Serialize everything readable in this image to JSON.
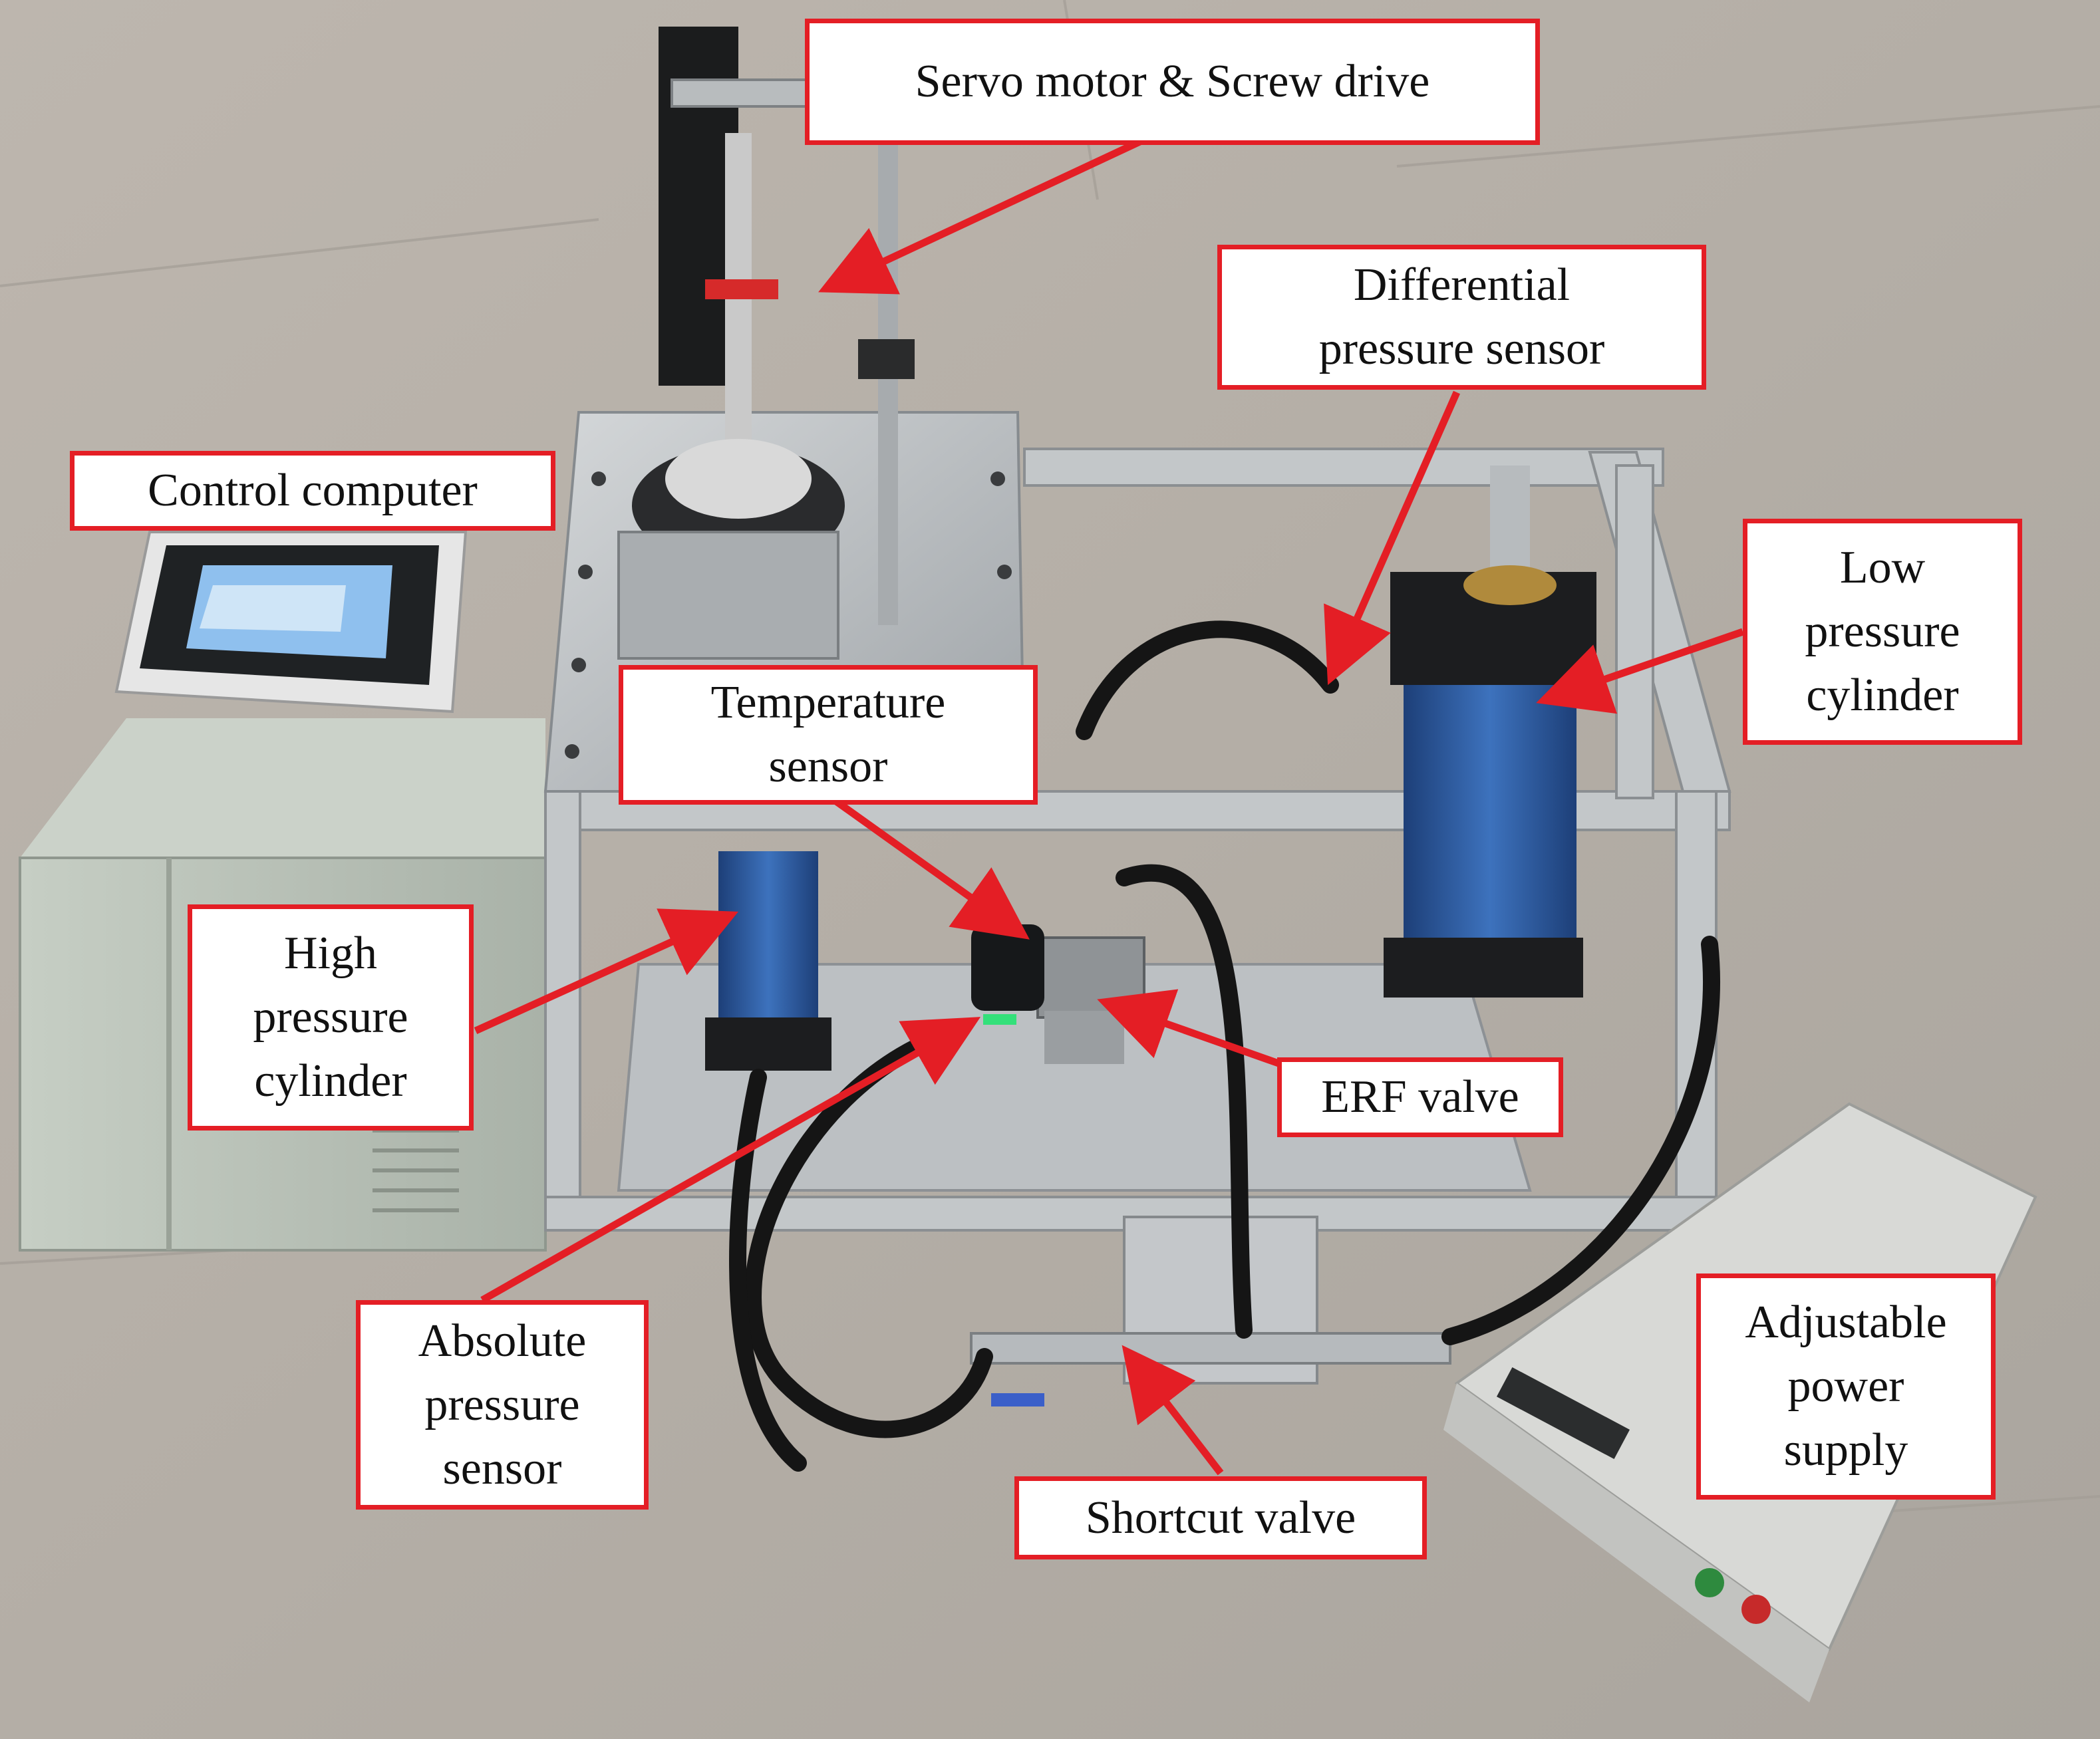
{
  "labels": {
    "servo": "Servo motor & Screw drive",
    "differential": "Differential\npressure sensor",
    "control": "Control computer",
    "low_cylinder": "Low\npressure\ncylinder",
    "temperature": "Temperature\nsensor",
    "high_cylinder": "High\npressure\ncylinder",
    "erf_valve": "ERF valve",
    "absolute": "Absolute\npressure\nsensor",
    "power_supply": "Adjustable\npower\nsupply",
    "shortcut": "Shortcut valve"
  },
  "colors": {
    "callout_red": "#e41e25",
    "floor": "#b8b2aa",
    "frame_aluminum": "#c7cbcd",
    "cylinder_blue": "#2f5fa3",
    "cabinet": "#b9c2b8",
    "hose": "#151515"
  }
}
